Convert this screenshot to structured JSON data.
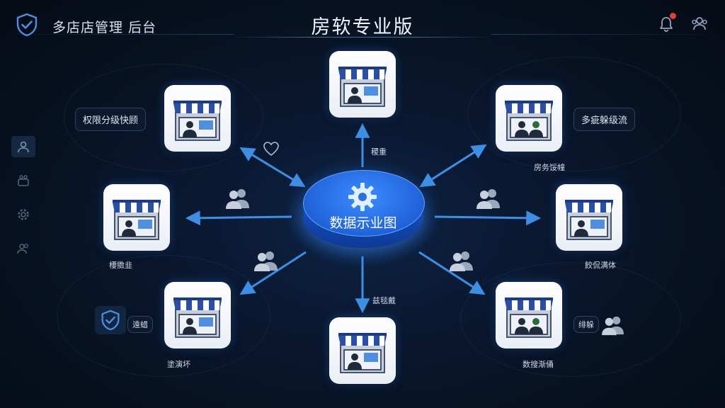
{
  "header": {
    "brand": "多店店管理  后台",
    "title": "房软专业版"
  },
  "hub": {
    "label": "数据示业图"
  },
  "labels": {
    "top_left": "权限分级快顾",
    "top_right": "多疵躲级流",
    "top_arrow": "稷重",
    "bottom_arrow": "兹毯戴",
    "right_upper_store": "房务馁幢",
    "left_mid_store": "楆擞韭",
    "right_mid_store": "餃侃满体",
    "left_lower_shield": "遠蜡",
    "left_lower_store": "塗演坏",
    "right_lower_pill": "绯躲",
    "right_lower_store": "数搜渐俑"
  },
  "colors": {
    "accent": "#3c8cff",
    "arrow": "#3d8fe6",
    "awning": "#2a4fa8",
    "notification": "#e23c3c"
  },
  "icons": {
    "logo": "shield-check-icon",
    "bell": "bell-icon",
    "users": "users-icon",
    "gear": "gear-icon",
    "store": "storefront-icon"
  }
}
